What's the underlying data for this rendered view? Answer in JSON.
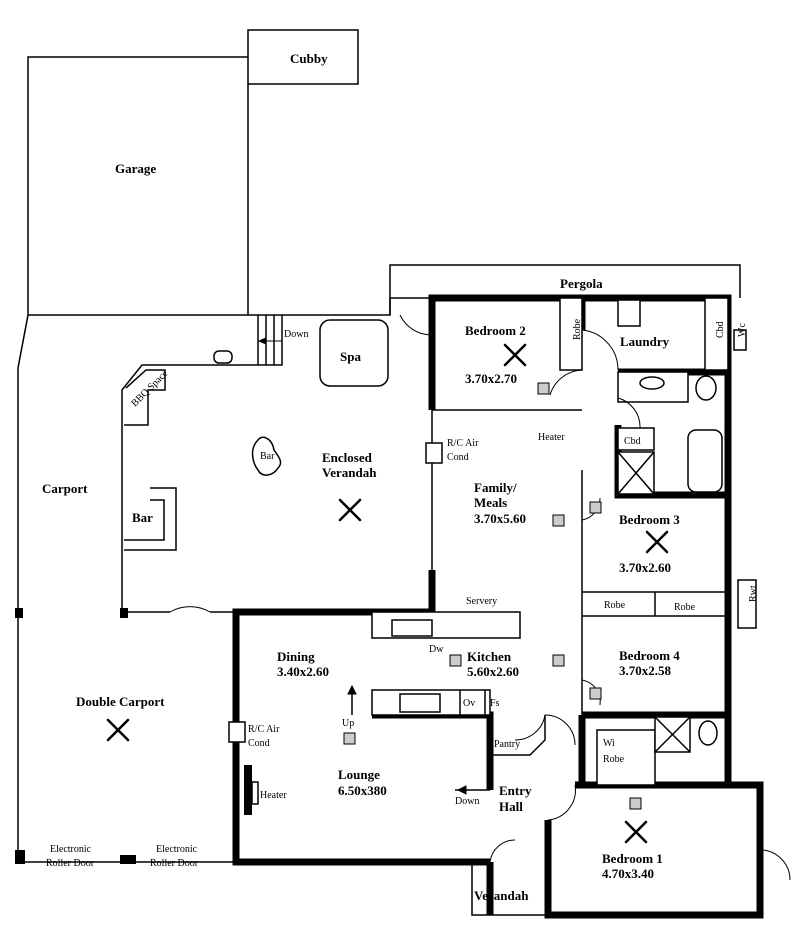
{
  "plan": {
    "rooms": {
      "cubby": "Cubby",
      "garage": "Garage",
      "pergola": "Pergola",
      "spa": "Spa",
      "down_stairs": "Down",
      "bbq_space": "BBQ Space",
      "bar_round": "Bar",
      "bar": "Bar",
      "enclosed_verandah_1": "Enclosed",
      "enclosed_verandah_2": "Verandah",
      "carport": "Carport",
      "double_carport": "Double Carport",
      "roller_door_1a": "Electronic",
      "roller_door_1b": "Roller Door",
      "roller_door_2a": "Electronic",
      "roller_door_2b": "Roller Door",
      "bedroom2": "Bedroom 2",
      "bedroom2_size": "3.70x2.70",
      "robe_b2": "Robe",
      "laundry": "Laundry",
      "cbd_laundry": "Cbd",
      "wc": "Wc",
      "heater_family": "Heater",
      "rc_air_1a": "R/C Air",
      "rc_air_1b": "Cond",
      "family": "Family/",
      "meals": "Meals",
      "family_size": "3.70x5.60",
      "cbd_bath": "Cbd",
      "bedroom3": "Bedroom 3",
      "bedroom3_size": "3.70x2.60",
      "robe_b3a": "Robe",
      "robe_b3b": "Robe",
      "rwt": "Rwt",
      "servery": "Servery",
      "dw": "Dw",
      "kitchen": "Kitchen",
      "kitchen_size": "5.60x2.60",
      "ov": "Ov",
      "fs": "Fs",
      "dining": "Dining",
      "dining_size": "3.40x2.60",
      "up": "Up",
      "rc_air_2a": "R/C Air",
      "rc_air_2b": "Cond",
      "bedroom4": "Bedroom 4",
      "bedroom4_size": "3.70x2.58",
      "pantry": "Pantry",
      "wi_robe_1": "Wi",
      "wi_robe_2": "Robe",
      "lounge": "Lounge",
      "lounge_size": "6.50x380",
      "heater_lounge": "Heater",
      "down_lounge": "Down",
      "entry1": "Entry",
      "entry2": "Hall",
      "bedroom1": "Bedroom 1",
      "bedroom1_size": "4.70x3.40",
      "verandah": "Verandah"
    }
  }
}
